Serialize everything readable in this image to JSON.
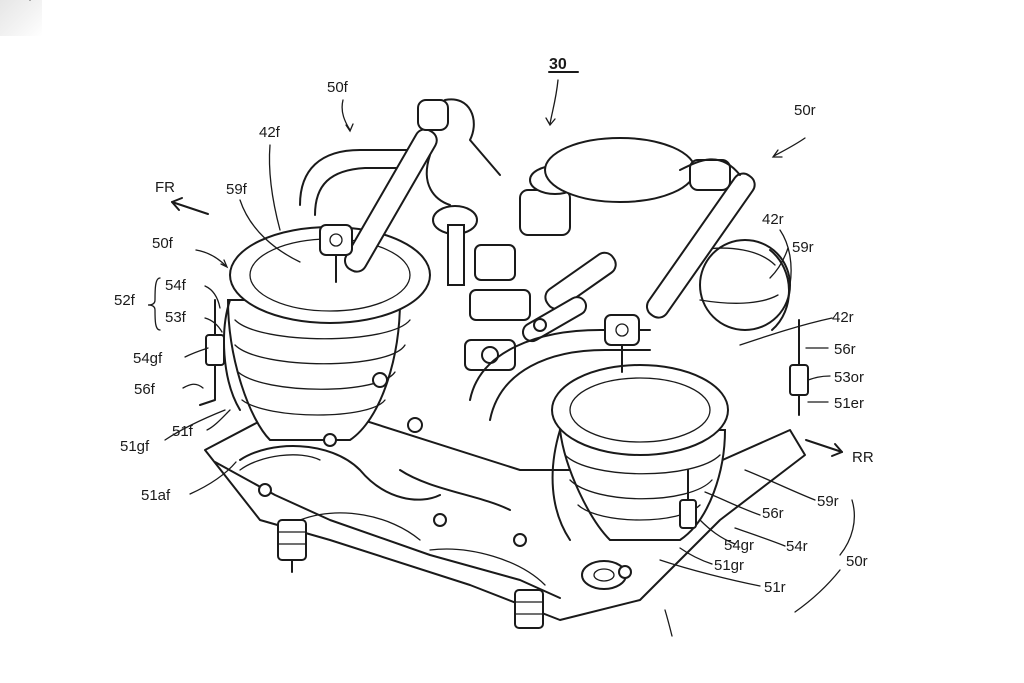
{
  "figure": {
    "number": "30",
    "labels": {
      "fr": "FR",
      "rr": "RR",
      "l50f_top": "50f",
      "l42f": "42f",
      "l59f": "59f",
      "l50f_left": "50f",
      "l52f": "52f",
      "l54f": "54f",
      "l53f": "53f",
      "l54gf": "54gf",
      "l56f": "56f",
      "l51gf": "51gf",
      "l51f": "51f",
      "l51af": "51af",
      "l50r_top": "50r",
      "l42r_a": "42r",
      "l59r_a": "59r",
      "l42r_b": "42r",
      "l56r_a": "56r",
      "l53or": "53or",
      "l51er": "51er",
      "l59r_b": "59r",
      "l56r_b": "56r",
      "l54gr": "54gr",
      "l54r": "54r",
      "l51gr": "51gr",
      "l51r": "51r",
      "l50r_b": "50r"
    }
  }
}
